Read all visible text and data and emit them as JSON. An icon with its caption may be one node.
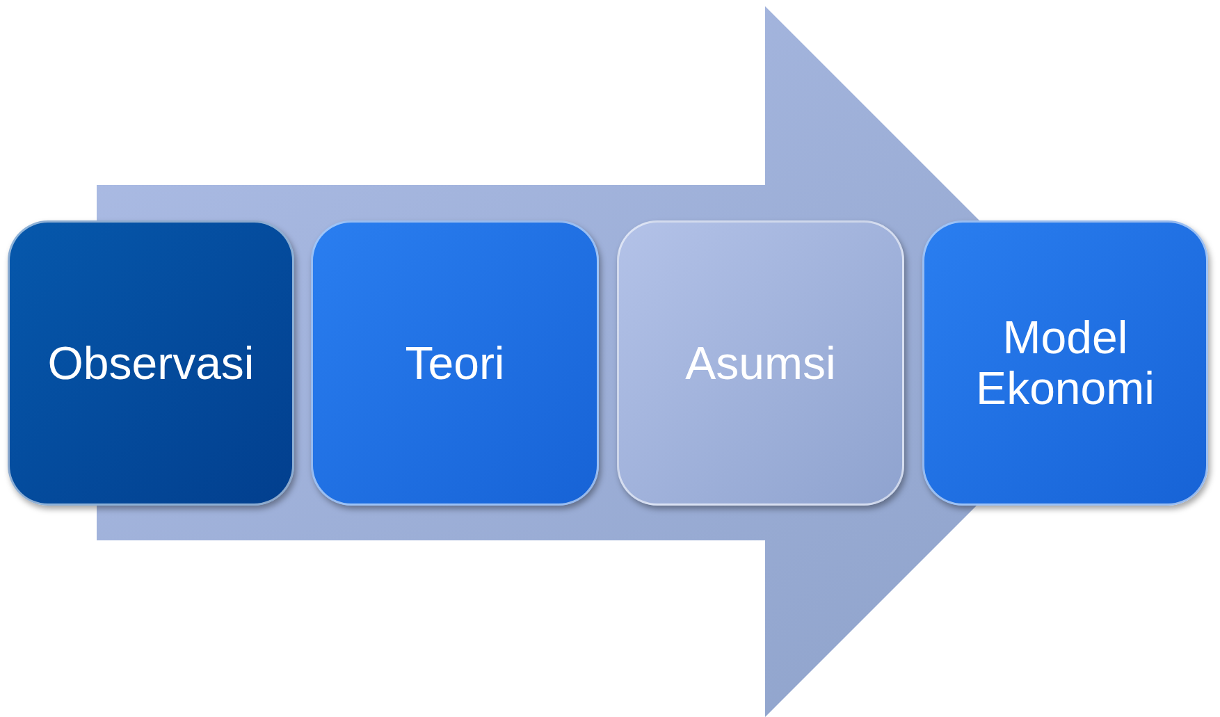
{
  "diagram": {
    "nodes": [
      {
        "text": [
          "Observasi"
        ]
      },
      {
        "text": [
          "Teori"
        ]
      },
      {
        "text": [
          "Asumsi"
        ]
      },
      {
        "text": [
          "Model Ekonomi"
        ]
      }
    ],
    "edges": [
      {
        "from": 0,
        "to": 3,
        "arrow": "to"
      }
    ]
  }
}
